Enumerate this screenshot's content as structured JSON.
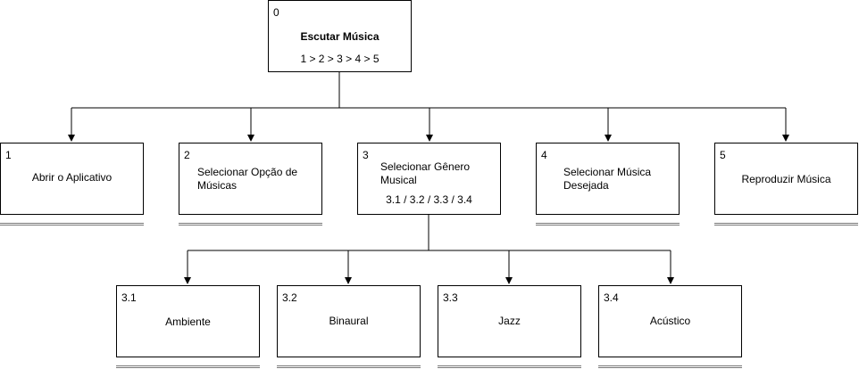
{
  "root": {
    "number": "0",
    "title": "Escutar Música",
    "sequence": "1 > 2 > 3 > 4 > 5"
  },
  "steps": [
    {
      "number": "1",
      "label": "Abrir o Aplicativo"
    },
    {
      "number": "2",
      "label": "Selecionar Opção de Músicas"
    },
    {
      "number": "3",
      "label": "Selecionar Gênero Musical",
      "sequence": "3.1 / 3.2 / 3.3 / 3.4"
    },
    {
      "number": "4",
      "label": "Selecionar Música Desejada"
    },
    {
      "number": "5",
      "label": "Reproduzir Música"
    }
  ],
  "substeps": [
    {
      "number": "3.1",
      "label": "Ambiente"
    },
    {
      "number": "3.2",
      "label": "Binaural"
    },
    {
      "number": "3.3",
      "label": "Jazz"
    },
    {
      "number": "3.4",
      "label": "Acústico"
    }
  ]
}
